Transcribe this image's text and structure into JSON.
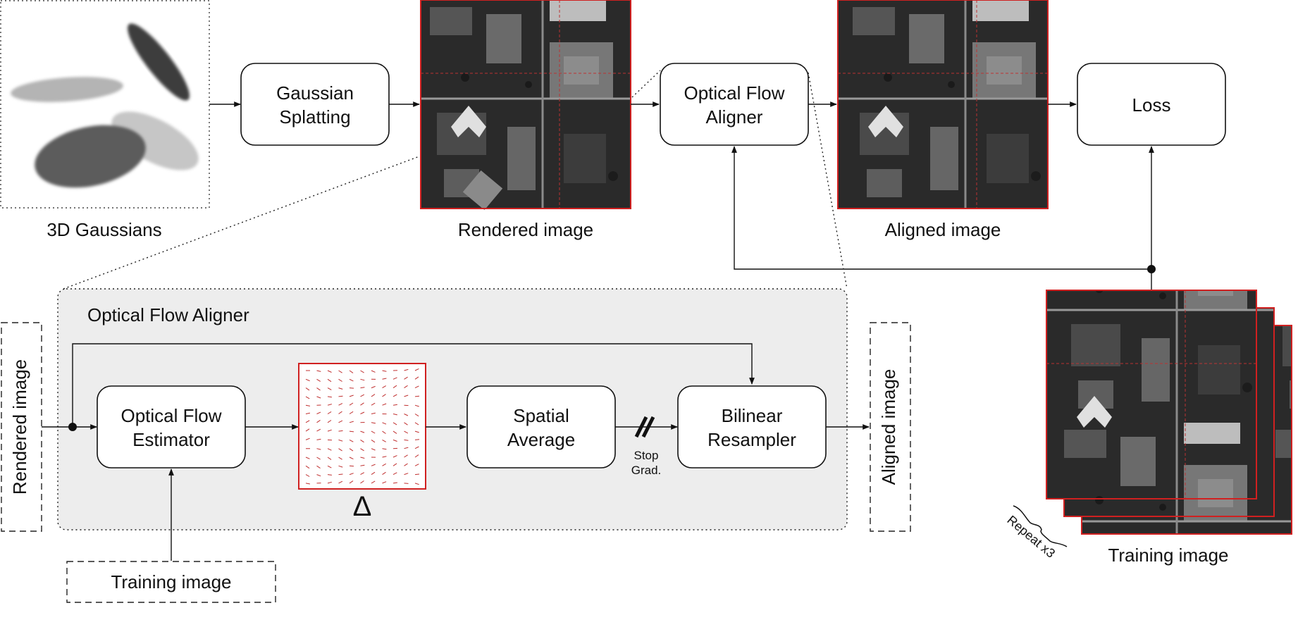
{
  "top": {
    "gaussians_label": "3D Gaussians",
    "splatting_label_line1": "Gaussian",
    "splatting_label_line2": "Splatting",
    "rendered_label": "Rendered image",
    "aligner_label_line1": "Optical Flow",
    "aligner_label_line2": "Aligner",
    "aligned_label": "Aligned image",
    "loss_label": "Loss",
    "training_label": "Training image",
    "repeat_label": "Repeat x3"
  },
  "detail": {
    "panel_title": "Optical Flow Aligner",
    "input_label": "Rendered image",
    "output_label": "Aligned image",
    "estimator_line1": "Optical Flow",
    "estimator_line2": "Estimator",
    "delta_label": "Δ",
    "average_line1": "Spatial",
    "average_line2": "Average",
    "stopgrad_line1": "Stop",
    "stopgrad_line2": "Grad.",
    "resampler_line1": "Bilinear",
    "resampler_line2": "Resampler",
    "training_input_label": "Training image"
  },
  "colors": {
    "image_frame": "#d02020",
    "panel_fill": "#ededed",
    "flow_arrows": "#c03030"
  }
}
